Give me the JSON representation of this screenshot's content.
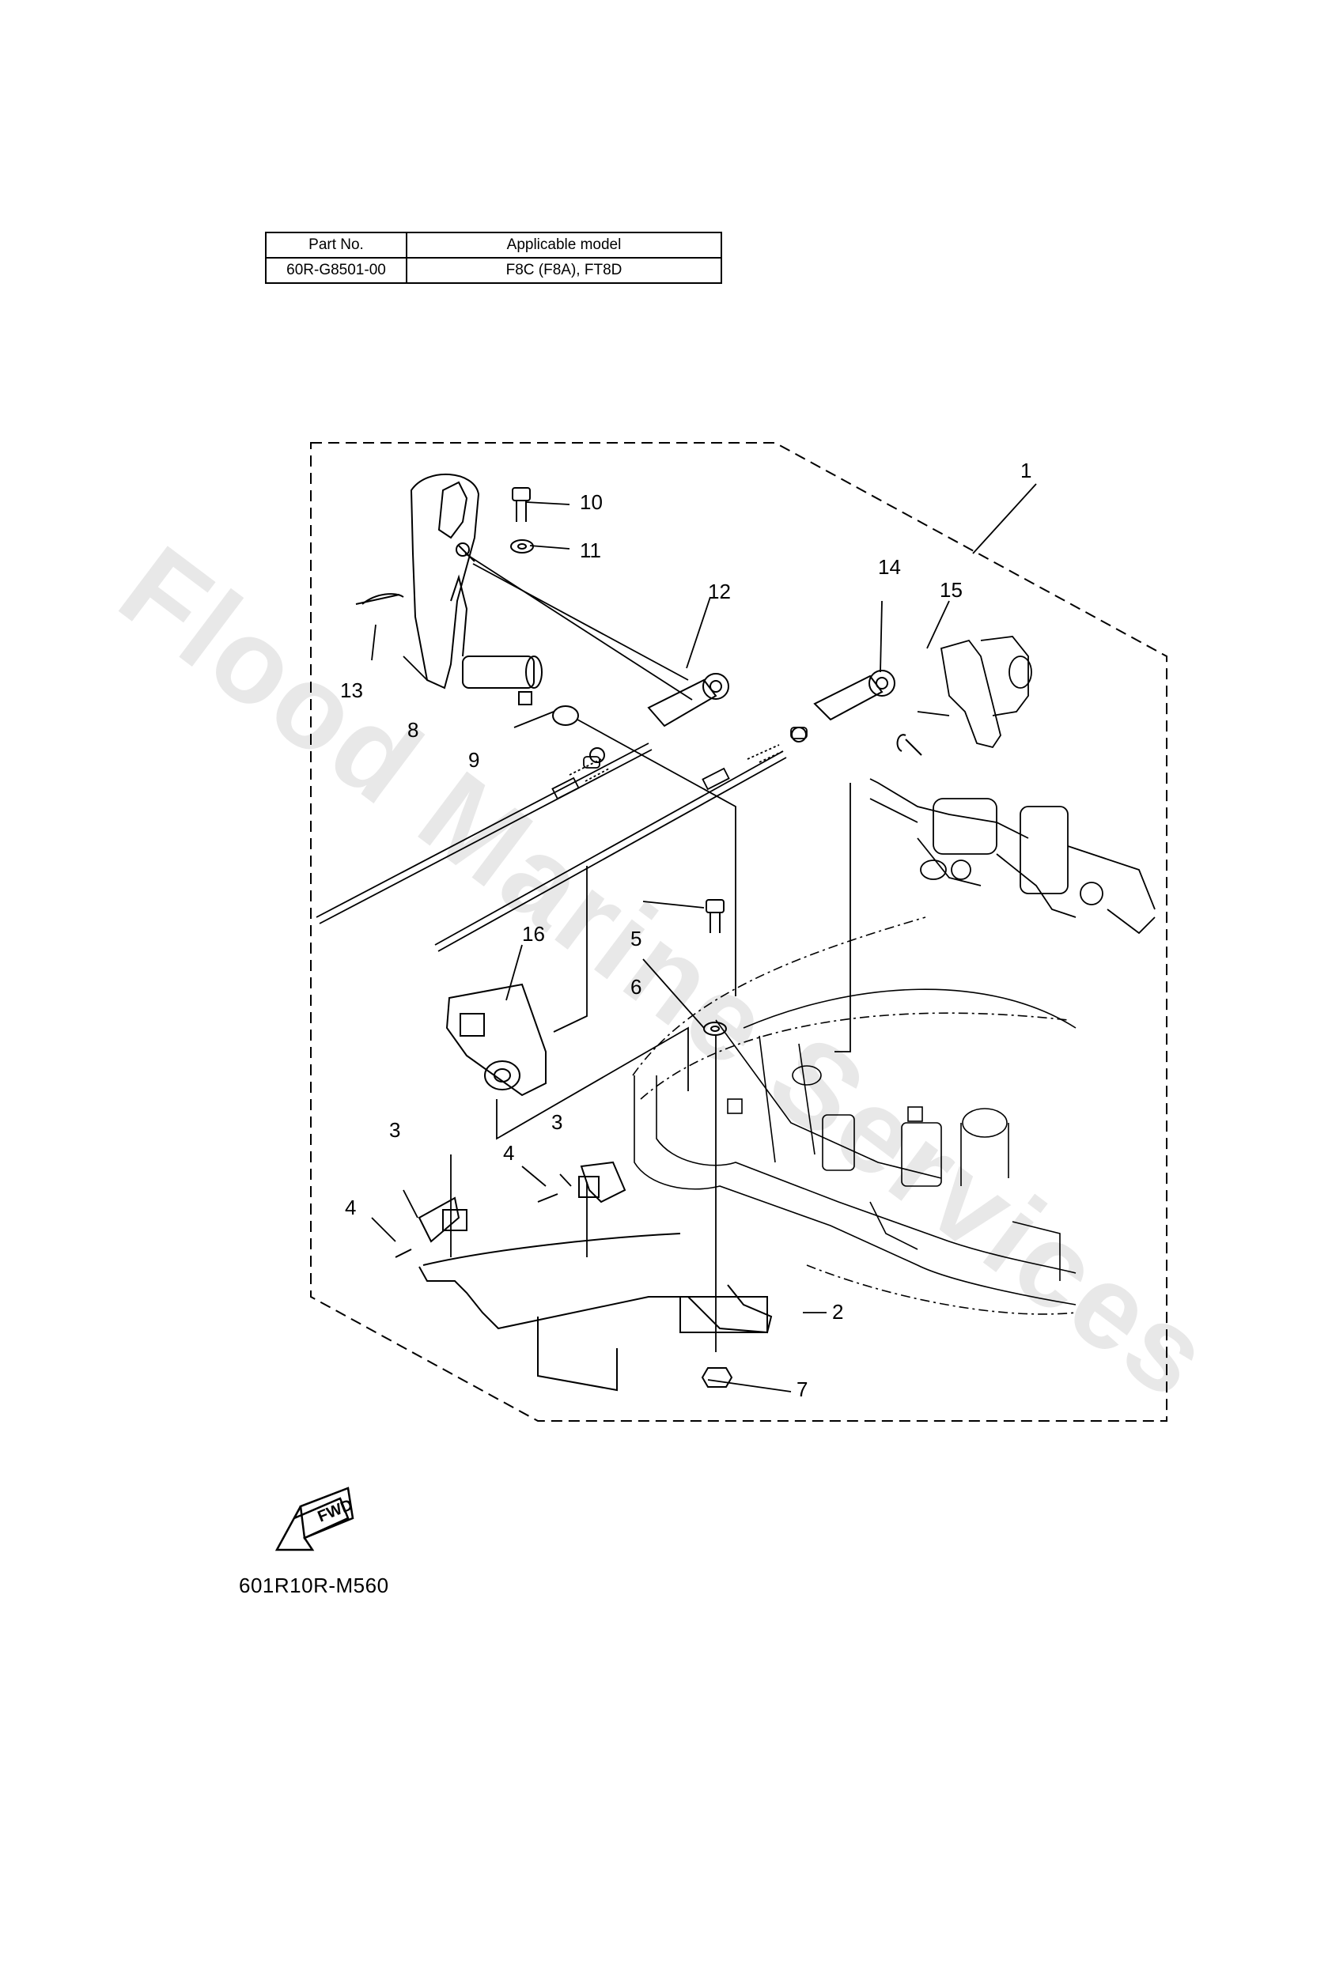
{
  "header_table": {
    "col_part_no": "Part No.",
    "col_model": "Applicable model",
    "part_no": "60R-G8501-00",
    "model": "F8C (F8A), FT8D"
  },
  "callouts": [
    "1",
    "2",
    "3",
    "3",
    "4",
    "4",
    "5",
    "6",
    "7",
    "8",
    "9",
    "10",
    "11",
    "12",
    "13",
    "14",
    "15",
    "16"
  ],
  "fwd_label": "FWD",
  "drawing_number": "601R10R-M560",
  "watermark": "Flood Marine Services"
}
